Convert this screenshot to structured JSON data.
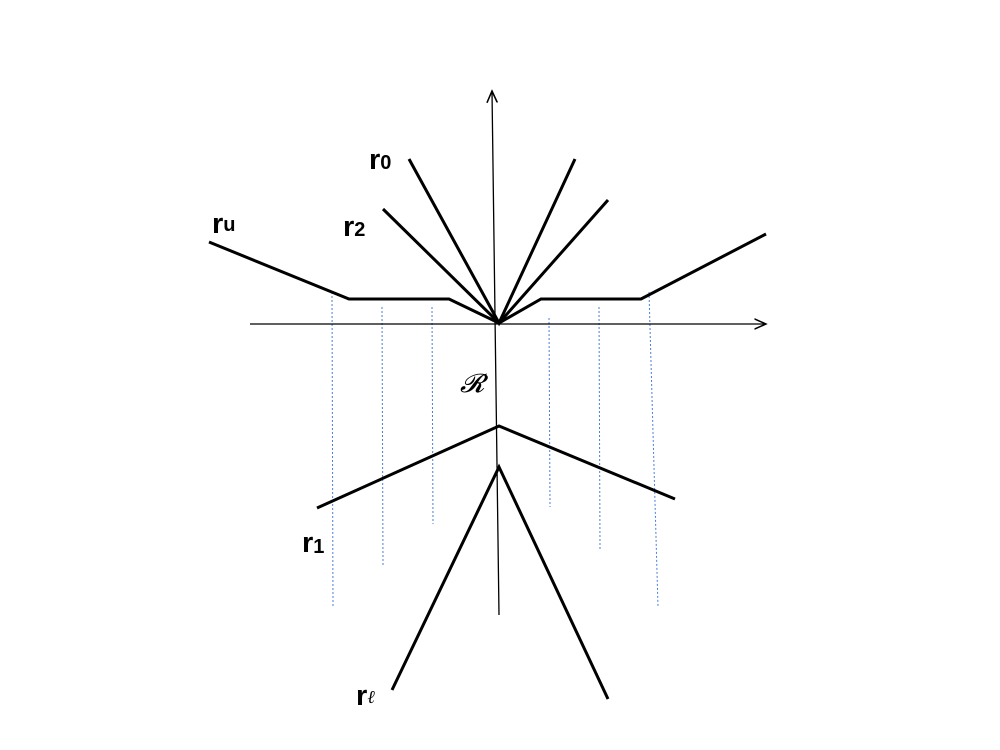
{
  "labels": {
    "r0": {
      "main": "r",
      "sub": "0"
    },
    "r2": {
      "main": "r",
      "sub": "2"
    },
    "ru": {
      "main": "r",
      "sub": "u"
    },
    "r1": {
      "main": "r",
      "sub": "1"
    },
    "rl": {
      "main": "r",
      "sub": "ℓ"
    },
    "region": "𝓡"
  },
  "colors": {
    "curves": "#000000",
    "axes": "#000000",
    "guides": "#4a7fd6",
    "background": "#ffffff"
  }
}
